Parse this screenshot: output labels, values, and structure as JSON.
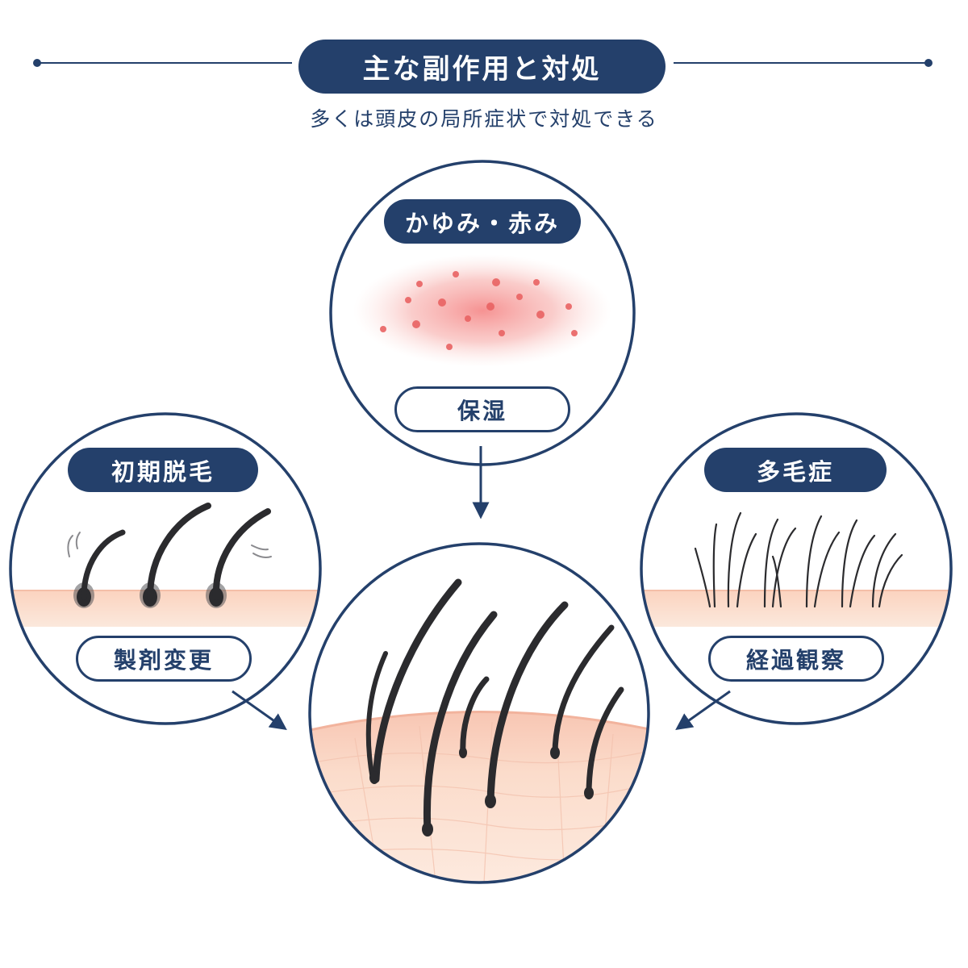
{
  "header": {
    "title": "主な副作用と対処",
    "subtitle": "多くは頭皮の局所症状で対処できる"
  },
  "panels": [
    {
      "label": "かゆみ・赤み",
      "action": "保湿",
      "illustration": "scalp-redness-illustration"
    },
    {
      "label": "初期脱毛",
      "action": "製剤変更",
      "illustration": "shedding-hair-illustration"
    },
    {
      "label": "多毛症",
      "action": "経過観察",
      "illustration": "dense-fine-hair-illustration"
    }
  ],
  "center": {
    "illustration": "healthy-scalp-hair-illustration"
  },
  "colors": {
    "navy": "#24406b",
    "skin": "#f9dcc8",
    "redness": "#ef6b6b",
    "hair": "#2b2b2e"
  }
}
